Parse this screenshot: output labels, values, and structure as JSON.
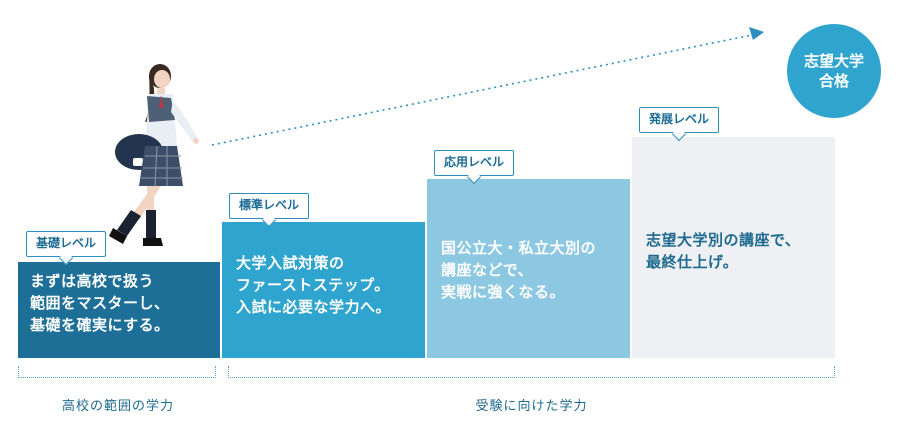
{
  "goal": {
    "label": "志望大学\n合格"
  },
  "steps": [
    {
      "badge": "基礎レベル",
      "text": "まずは高校で扱う\n範囲をマスターし、\n基礎を確実にする。"
    },
    {
      "badge": "標準レベル",
      "text": "大学入試対策の\nファーストステップ。\n入試に必要な学力へ。"
    },
    {
      "badge": "応用レベル",
      "text": "国公立大・私立大別の\n講座などで、\n実戦に強くなる。"
    },
    {
      "badge": "発展レベル",
      "text": "志望大学別の講座で、\n最終仕上げ。"
    }
  ],
  "scopes": {
    "high_school": "高校の範囲の学力",
    "entrance_exam": "受験に向けた学力"
  },
  "colors": {
    "step1": "#1d6f98",
    "step2": "#2fa4cf",
    "step3": "#8dc8e2",
    "step4": "#eef0f4",
    "accent": "#2fa4cf",
    "text_dark": "#1f6a8f"
  }
}
